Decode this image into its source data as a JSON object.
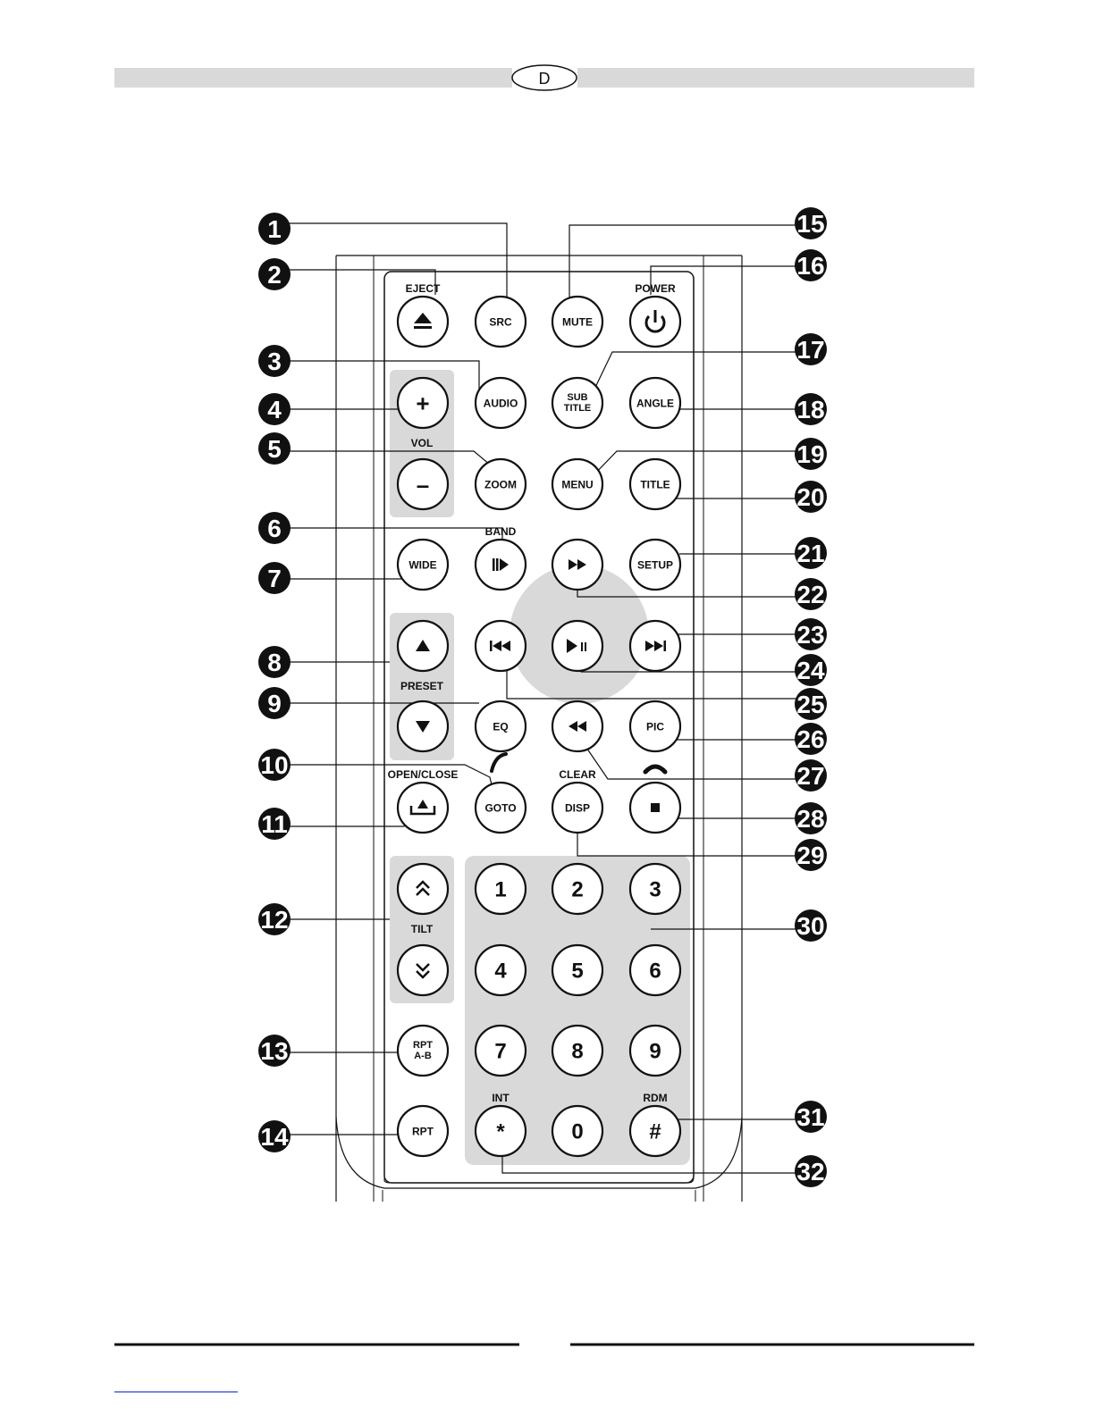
{
  "header": {
    "section_letter": "D"
  },
  "footer": {
    "link_text": ""
  },
  "remote": {
    "buttons": [
      {
        "id": "eject",
        "text": "",
        "icon": "eject-icon",
        "top_label": "EJECT",
        "callout": 2
      },
      {
        "id": "src",
        "text": "SRC",
        "callout": 1
      },
      {
        "id": "mute",
        "text": "MUTE",
        "callout": 15
      },
      {
        "id": "power",
        "text": "",
        "icon": "power-icon",
        "top_label": "POWER",
        "callout": 16
      },
      {
        "id": "vol-up",
        "text": "+",
        "callout": 4
      },
      {
        "id": "audio",
        "text": "AUDIO",
        "callout": 3
      },
      {
        "id": "subtitle",
        "text": "SUB\nTITLE",
        "callout": 17
      },
      {
        "id": "angle",
        "text": "ANGLE",
        "callout": 18
      },
      {
        "id": "vol-down",
        "text": "–",
        "callout": null
      },
      {
        "id": "zoom",
        "text": "ZOOM",
        "callout": 5
      },
      {
        "id": "menu",
        "text": "MENU",
        "callout": 19
      },
      {
        "id": "title",
        "text": "TITLE",
        "callout": 20
      },
      {
        "id": "wide",
        "text": "WIDE",
        "callout": 7
      },
      {
        "id": "band",
        "text": "",
        "icon": "step-icon",
        "top_label": "BAND",
        "callout": 6
      },
      {
        "id": "fast-forward",
        "text": "",
        "icon": "fast-forward-icon",
        "callout": 22
      },
      {
        "id": "setup",
        "text": "SETUP",
        "callout": 21
      },
      {
        "id": "preset-up",
        "text": "",
        "icon": "triangle-up-icon",
        "callout": 8
      },
      {
        "id": "previous",
        "text": "",
        "icon": "skip-previous-icon",
        "callout": 25
      },
      {
        "id": "play-pause",
        "text": "",
        "icon": "play-pause-icon",
        "callout": 24
      },
      {
        "id": "next",
        "text": "",
        "icon": "skip-next-icon",
        "callout": 23
      },
      {
        "id": "preset-down",
        "text": "",
        "icon": "triangle-down-icon",
        "callout": null
      },
      {
        "id": "eq",
        "text": "EQ",
        "callout": 9
      },
      {
        "id": "rewind",
        "text": "",
        "icon": "rewind-icon",
        "callout": 27
      },
      {
        "id": "pic",
        "text": "PIC",
        "callout": 26
      },
      {
        "id": "open-close",
        "text": "",
        "icon": "open-close-icon",
        "top_label": "OPEN/CLOSE",
        "callout": 11
      },
      {
        "id": "goto",
        "text": "GOTO",
        "icon": "phone-pickup-icon",
        "callout": 10
      },
      {
        "id": "disp",
        "text": "DISP",
        "top_label": "CLEAR",
        "callout": 29
      },
      {
        "id": "stop",
        "text": "",
        "icon": "stop-icon",
        "callout": 28
      },
      {
        "id": "tilt-up",
        "text": "",
        "icon": "double-chevron-up-icon",
        "callout": 12
      },
      {
        "id": "tilt-down",
        "text": "",
        "icon": "double-chevron-down-icon",
        "callout": null
      },
      {
        "id": "rpt-ab",
        "text": "RPT\nA-B",
        "callout": 13
      },
      {
        "id": "rpt",
        "text": "RPT",
        "callout": 14
      },
      {
        "id": "num-1",
        "text": "1",
        "callout": null
      },
      {
        "id": "num-2",
        "text": "2",
        "callout": null
      },
      {
        "id": "num-3",
        "text": "3",
        "callout": 30
      },
      {
        "id": "num-4",
        "text": "4",
        "callout": null
      },
      {
        "id": "num-5",
        "text": "5",
        "callout": null
      },
      {
        "id": "num-6",
        "text": "6",
        "callout": null
      },
      {
        "id": "num-7",
        "text": "7",
        "callout": null
      },
      {
        "id": "num-8",
        "text": "8",
        "callout": null
      },
      {
        "id": "num-9",
        "text": "9",
        "callout": null
      },
      {
        "id": "int",
        "text": "*",
        "top_label": "INT",
        "callout": 32
      },
      {
        "id": "num-0",
        "text": "0",
        "callout": null
      },
      {
        "id": "rdm",
        "text": "#",
        "top_label": "RDM",
        "callout": 31
      }
    ],
    "group_labels": {
      "vol": "VOL",
      "preset": "PRESET",
      "tilt": "TILT"
    },
    "callout_numbers": [
      "1",
      "2",
      "3",
      "4",
      "5",
      "6",
      "7",
      "8",
      "9",
      "10",
      "11",
      "12",
      "13",
      "14",
      "15",
      "16",
      "17",
      "18",
      "19",
      "20",
      "21",
      "22",
      "23",
      "24",
      "25",
      "26",
      "27",
      "28",
      "29",
      "30",
      "31",
      "32"
    ]
  }
}
